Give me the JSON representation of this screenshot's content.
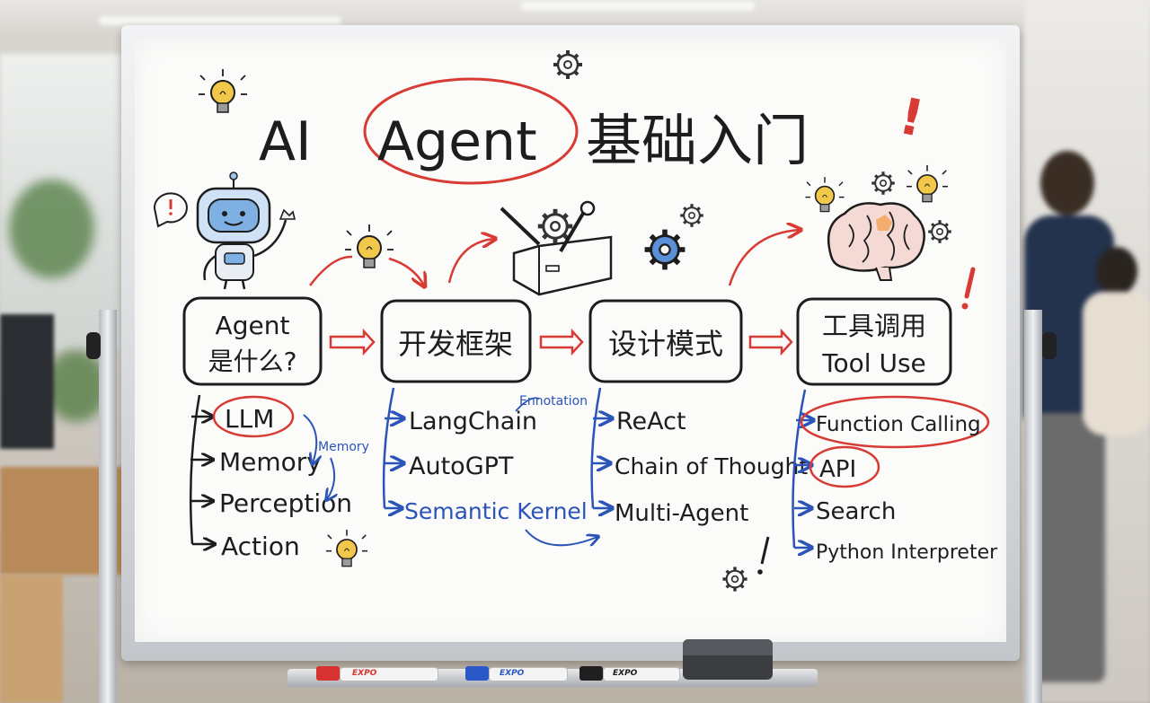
{
  "whiteboard": {
    "title": {
      "prefix": "AI",
      "highlight": "Agent",
      "suffix": "基础入门",
      "exclaim": "!"
    },
    "sections": [
      {
        "id": "what",
        "box_line1": "Agent",
        "box_line2": "是什么?",
        "items": [
          {
            "text": "LLM",
            "circled": true
          },
          {
            "text": "Memory",
            "circled": false
          },
          {
            "text": "Perception",
            "circled": false
          },
          {
            "text": "Action",
            "circled": false
          }
        ],
        "note": "Memory"
      },
      {
        "id": "frameworks",
        "box_line1": "开发框架",
        "box_line2": "",
        "items": [
          {
            "text": "LangChain",
            "circled": false
          },
          {
            "text": "AutoGPT",
            "circled": false
          },
          {
            "text": "Semantic Kernel",
            "circled": false,
            "color": "blue"
          }
        ],
        "note": "Ennotation"
      },
      {
        "id": "patterns",
        "box_line1": "设计模式",
        "box_line2": "",
        "items": [
          {
            "text": "ReAct",
            "circled": false
          },
          {
            "text": "Chain of Thought",
            "circled": false
          },
          {
            "text": "Multi-Agent",
            "circled": false
          }
        ]
      },
      {
        "id": "tools",
        "box_line1": "工具调用",
        "box_line2": "Tool Use",
        "items": [
          {
            "text": "Function Calling",
            "circled": true
          },
          {
            "text": "API",
            "circled": true
          },
          {
            "text": "Search",
            "circled": false
          },
          {
            "text": "Python Interpreter",
            "circled": false
          }
        ]
      }
    ],
    "doodles": [
      "robot-icon",
      "lightbulb-icon",
      "gear-icon",
      "toolbox-icon",
      "brain-icon",
      "exclamation-icon"
    ]
  },
  "markers": [
    {
      "brand": "EXPO",
      "color": "#d7322f"
    },
    {
      "brand": "EXPO",
      "color": "#2b58c9"
    },
    {
      "brand": "EXPO",
      "color": "#1f1f1f"
    }
  ],
  "colors": {
    "ink": "#1d1d1d",
    "red": "#d83a34",
    "blue": "#2b54b8",
    "bulb": "#f2c84b"
  }
}
